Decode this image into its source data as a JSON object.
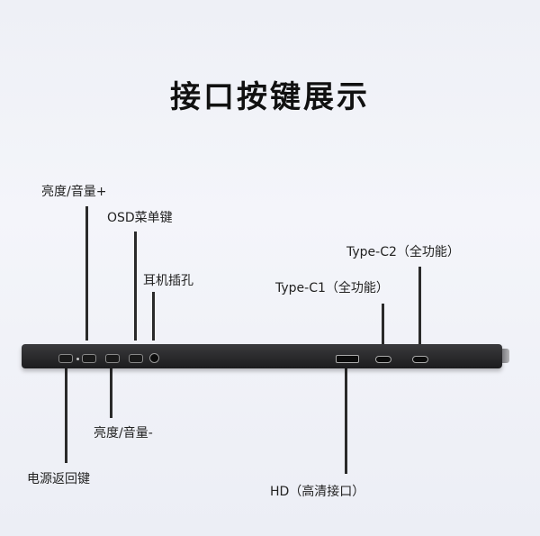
{
  "title": "接口按键展示",
  "labels": {
    "brightness_volume_plus": "亮度/音量+",
    "osd_menu": "OSD菜单键",
    "earphone": "耳机插孔",
    "type_c1": "Type-C1（全功能）",
    "type_c2": "Type-C2（全功能）",
    "brightness_volume_minus": "亮度/音量-",
    "power_return": "电源返回键",
    "hd": "HD（高清接口）"
  }
}
